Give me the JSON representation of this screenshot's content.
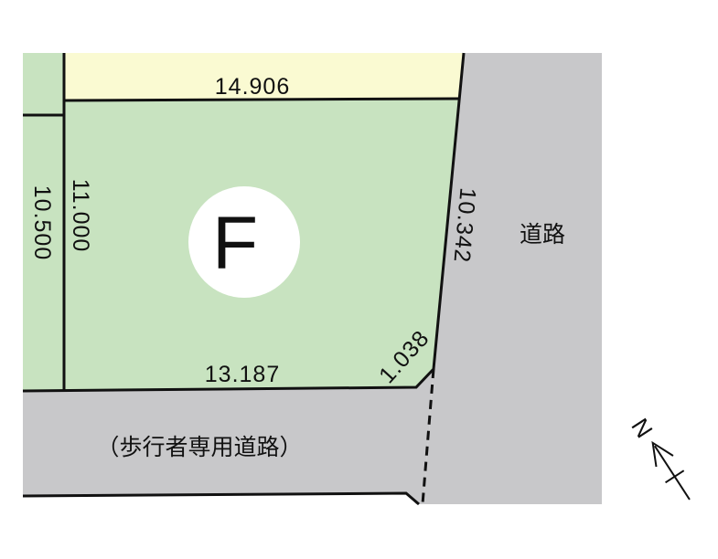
{
  "plot": {
    "lot_letter": "F",
    "road_label": "道路",
    "footpath_label": "（歩行者専用道路）",
    "north_label": "N",
    "dimensions": {
      "top": "14.906",
      "left_outer": "10.500",
      "left_inner": "11.000",
      "right": "10.342",
      "bottom": "13.187",
      "corner": "1.038"
    }
  },
  "colors": {
    "lot_green": "#c8e3c0",
    "neighbor_yellow": "#fafad2",
    "road_gray": "#c8c8ca",
    "line": "#111111",
    "badge": "#ffffff"
  }
}
